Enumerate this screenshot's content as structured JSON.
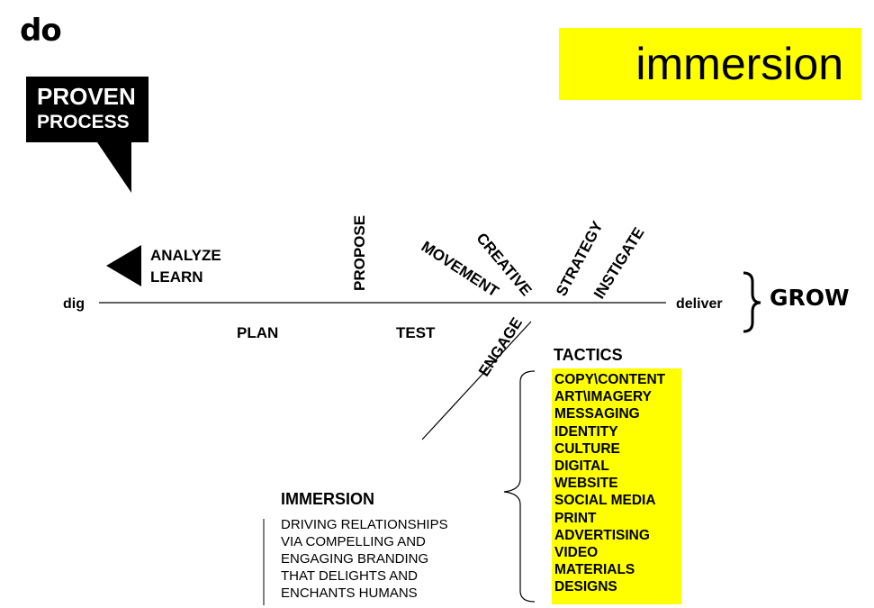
{
  "header": {
    "section_label": "do"
  },
  "banner": {
    "title": "immersion"
  },
  "callout": {
    "line1": "PROVEN",
    "line2": "PROCESS"
  },
  "timeline": {
    "start_label": "dig",
    "end_label": "deliver",
    "outcome": "GROW",
    "back_arrow_labels": [
      "ANALYZE",
      "LEARN"
    ],
    "below": [
      "PLAN",
      "TEST"
    ],
    "rotated": [
      "PROPOSE",
      "MOVEMENT",
      "CREATIVE",
      "STRATEGY",
      "INSTIGATE",
      "ENGAGE"
    ]
  },
  "tactics": {
    "heading": "TACTICS",
    "items": [
      "COPY\\CONTENT",
      "ART\\IMAGERY",
      "MESSAGING",
      "IDENTITY",
      "CULTURE",
      "DIGITAL",
      "WEBSITE",
      "SOCIAL MEDIA",
      "PRINT",
      "ADVERTISING",
      "VIDEO",
      "MATERIALS",
      "DESIGNS"
    ]
  },
  "immersion": {
    "heading": "IMMERSION",
    "description_lines": [
      "DRIVING RELATIONSHIPS",
      "VIA COMPELLING AND",
      "ENGAGING BRANDING",
      "THAT DELIGHTS AND",
      "ENCHANTS HUMANS"
    ]
  },
  "colors": {
    "highlight": "#ffff00",
    "ink": "#000000"
  }
}
